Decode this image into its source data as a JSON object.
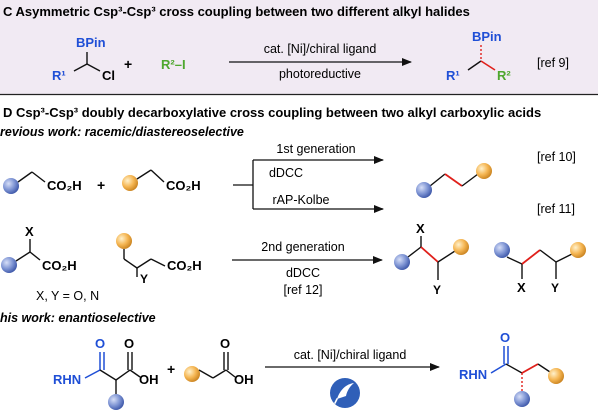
{
  "panel_c": {
    "title": "C  Asymmetric Csp³-Csp³ cross coupling between two different alkyl halides",
    "reagent1": {
      "bpin": "BPin",
      "r1": "R¹",
      "cl": "Cl"
    },
    "plus": "+",
    "reagent2": "R²–I",
    "arrow_top": "cat. [Ni]/chiral ligand",
    "arrow_bottom": "photoreductive",
    "product": {
      "bpin": "BPin",
      "r1": "R¹",
      "r2": "R²"
    },
    "ref": "[ref 9]"
  },
  "panel_d": {
    "title": "D  Csp³-Csp³ doubly decarboxylative cross coupling between two alkyl carboxylic acids",
    "previous_label": "revious work: racemic/diastereoselective",
    "co2h": "CO₂H",
    "plus": "+",
    "first_gen": "1st generation",
    "dDCC": "dDCC",
    "rAP_Kolbe": "rAP-Kolbe",
    "ref10": "[ref 10]",
    "ref11": "[ref 11]",
    "X": "X",
    "Y": "Y",
    "second_gen": "2nd generation",
    "ref12": "[ref 12]",
    "xy_note": "X, Y = O, N",
    "this_work_label": "his work: enantioselective",
    "rhn": "RHN",
    "oh": "OH",
    "O": "O",
    "arrow_this": "cat. [Ni]/chiral ligand"
  },
  "colors": {
    "panel_c_bg": "#f1eaf3",
    "blue_text": "#1f4fd6",
    "green_text": "#4ea72e",
    "red_bond": "#e0201b",
    "sphere_blue": "#6f86c9",
    "sphere_orange": "#f2b04a"
  },
  "icons": [
    "light-icon"
  ]
}
